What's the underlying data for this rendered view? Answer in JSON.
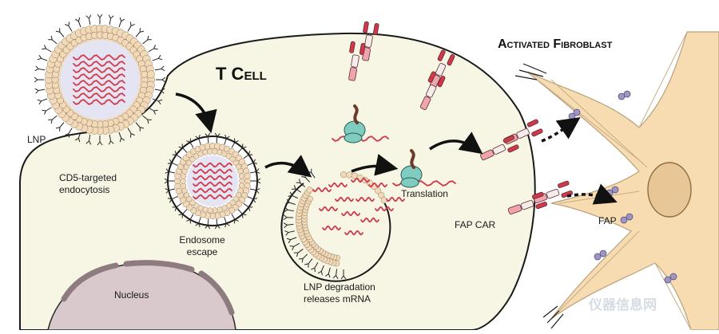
{
  "titles": {
    "t_cell": "T Cell",
    "activated_fibroblast": "Activated Fibroblast"
  },
  "labels": {
    "lnp": "LNP",
    "cd5_targeted_line1": "CD5-targeted",
    "cd5_targeted_line2": "endocytosis",
    "endosome_line1": "Endosome",
    "endosome_line2": "escape",
    "lnp_degradation_line1": "LNP degradation",
    "lnp_degradation_line2": "releases mRNA",
    "translation": "Translation",
    "fap_car": "FAP CAR",
    "fap": "FAP",
    "nucleus": "Nucleus"
  },
  "watermark": "仪器信息网",
  "colors": {
    "cytoplasm": "#f7f5e4",
    "lipid_bead": "#f2d9b8",
    "mrna": "#d0394a",
    "lnp_core": "#e4e4f3",
    "nucleus": "#d9c8cc",
    "fibroblast": "#f6dcb0",
    "fibroblast_nucleus": "#e8c696",
    "ribosome": "#7ecdc0",
    "car_pink": "#f0a4ad",
    "fap_purple": "#9f95c4"
  }
}
